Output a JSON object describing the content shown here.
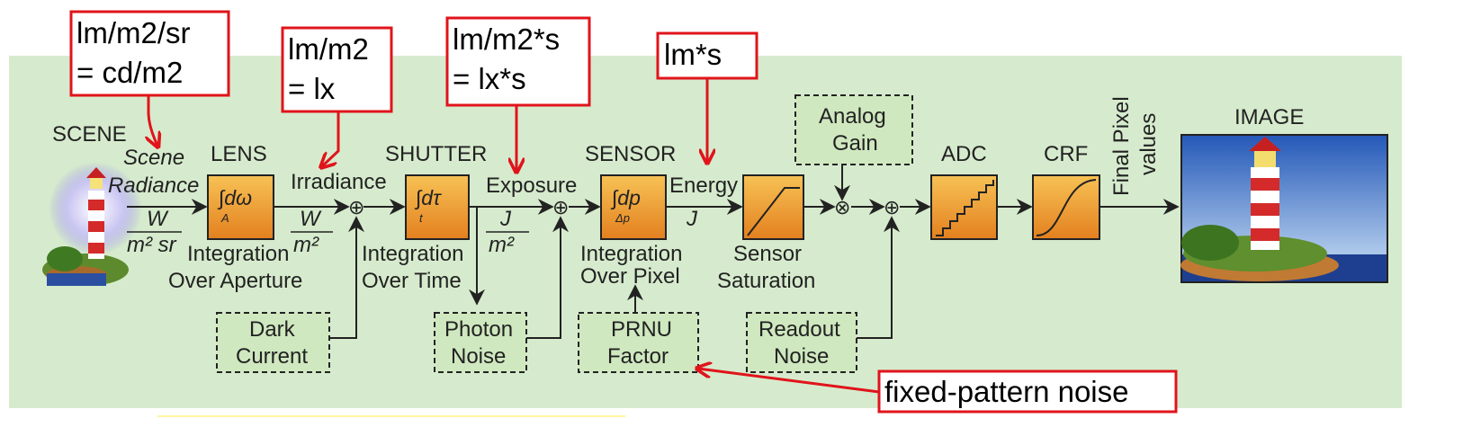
{
  "colors": {
    "background": "#d6ebcd",
    "block_fill": "#f0a330",
    "noise_fill": "#cfe8bf",
    "annotation": "#e0141b",
    "line": "#222222"
  },
  "stages": {
    "scene": "SCENE",
    "lens": "LENS",
    "shutter": "SHUTTER",
    "sensor": "SENSOR",
    "adc": "ADC",
    "crf": "CRF",
    "image": "IMAGE"
  },
  "signals": {
    "scene_radiance_1": "Scene",
    "scene_radiance_2": "Radiance",
    "irradiance": "Irradiance",
    "exposure": "Exposure",
    "energy": "Energy",
    "final_pixel_1": "Final Pixel",
    "final_pixel_2": "values"
  },
  "units": {
    "radiance_num": "W",
    "radiance_den": "m² sr",
    "irradiance_num": "W",
    "irradiance_den": "m²",
    "exposure_num": "J",
    "exposure_den": "m²",
    "energy": "J"
  },
  "block_captions": {
    "lens_1": "Integration",
    "lens_2": "Over Aperture",
    "shutter_1": "Integration",
    "shutter_2": "Over Time",
    "sensor_1": "Integration",
    "sensor_2": "Over Pixel",
    "saturation_1": "Sensor",
    "saturation_2": "Saturation"
  },
  "formulas": {
    "lens_main": "∫dω",
    "lens_sub": "A",
    "shutter_main": "∫dτ",
    "shutter_sub": "t",
    "sensor_main": "∫dp",
    "sensor_sub": "Δp"
  },
  "noise_sources": {
    "dark_current_1": "Dark",
    "dark_current_2": "Current",
    "photon_noise_1": "Photon",
    "photon_noise_2": "Noise",
    "prnu_1": "PRNU",
    "prnu_2": "Factor",
    "analog_gain_1": "Analog",
    "analog_gain_2": "Gain",
    "readout_1": "Readout",
    "readout_2": "Noise"
  },
  "annotations": {
    "radiance_1": "lm/m2/sr",
    "radiance_2": "= cd/m2",
    "irradiance_1": "lm/m2",
    "irradiance_2": "= lx",
    "exposure_1": "lm/m2*s",
    "exposure_2": "= lx*s",
    "energy": "lm*s",
    "fixed_pattern": "fixed-pattern noise"
  },
  "operators": {
    "sum": "⊕",
    "product": "⊗"
  }
}
